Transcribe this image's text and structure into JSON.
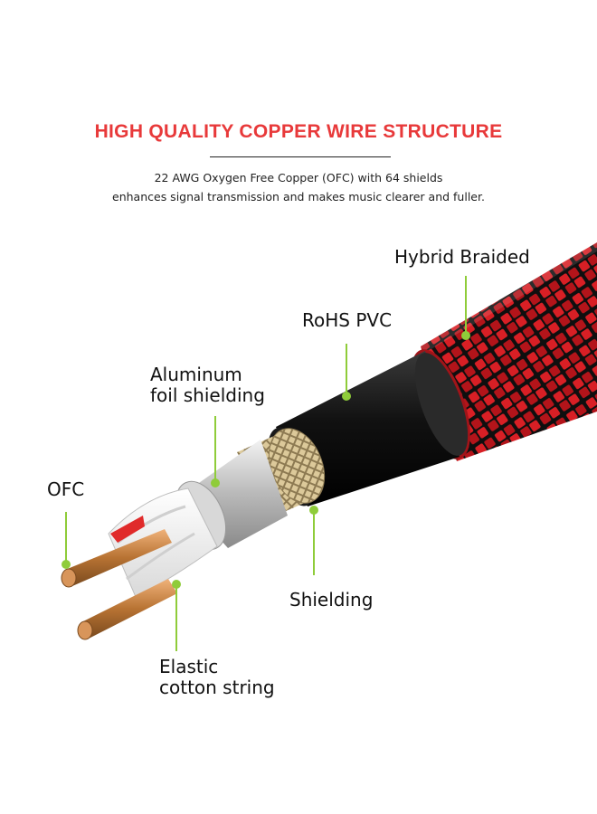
{
  "header": {
    "title": "HIGH QUALITY COPPER WIRE STRUCTURE",
    "subtitle_line1": "22 AWG Oxygen Free Copper (OFC) with 64 shields",
    "subtitle_line2": "enhances signal transmission and makes music clearer and fuller."
  },
  "labels": {
    "hybrid_braided": "Hybrid Braided",
    "rohs_pvc": "RoHS PVC",
    "aluminum_line1": "Aluminum",
    "aluminum_line2": "foil shielding",
    "ofc": "OFC",
    "shielding": "Shielding",
    "elastic_line1": "Elastic",
    "elastic_line2": "cotton string"
  },
  "colors": {
    "title": "#e8393a",
    "braid_red": "#d81f25",
    "jacket": "#1c1c1c",
    "shield_gold": "#c9b58a",
    "foil_silver": "#c9c9c9",
    "copper": "#b87333",
    "leader_line": "#8fcc3a"
  }
}
